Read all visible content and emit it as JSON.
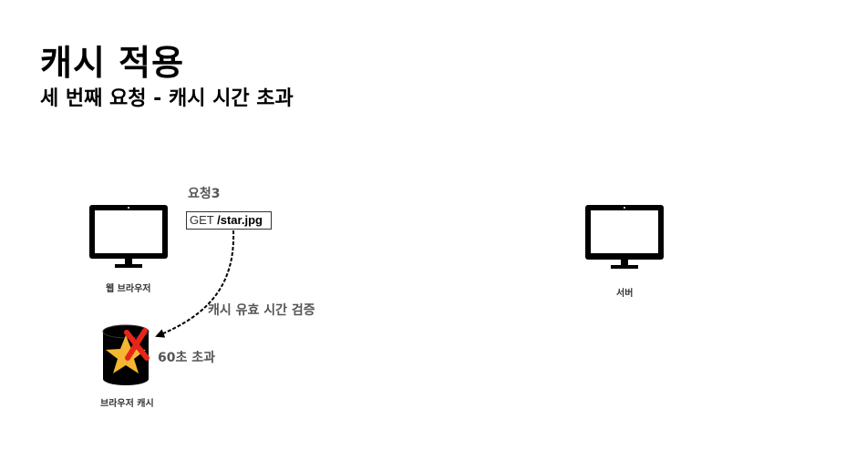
{
  "header": {
    "title": "캐시 적용",
    "subtitle": "세 번째 요청 - 캐시 시간 초과"
  },
  "request": {
    "label": "요청3",
    "method": "GET",
    "path": "/star.jpg"
  },
  "arrow_label": "캐시 유효 시간 검증",
  "cache_status": "60초 초과",
  "nodes": {
    "browser": "웹 브라우저",
    "server": "서버",
    "cache": "브라우저 캐시"
  },
  "colors": {
    "monitor": "#000000",
    "star": "#f5b731",
    "cross": "#e8251a",
    "label_gray": "#555555"
  },
  "icons": {
    "browser": "monitor-icon",
    "server": "monitor-icon",
    "cache": "database-star-icon",
    "status": "red-x-icon"
  }
}
